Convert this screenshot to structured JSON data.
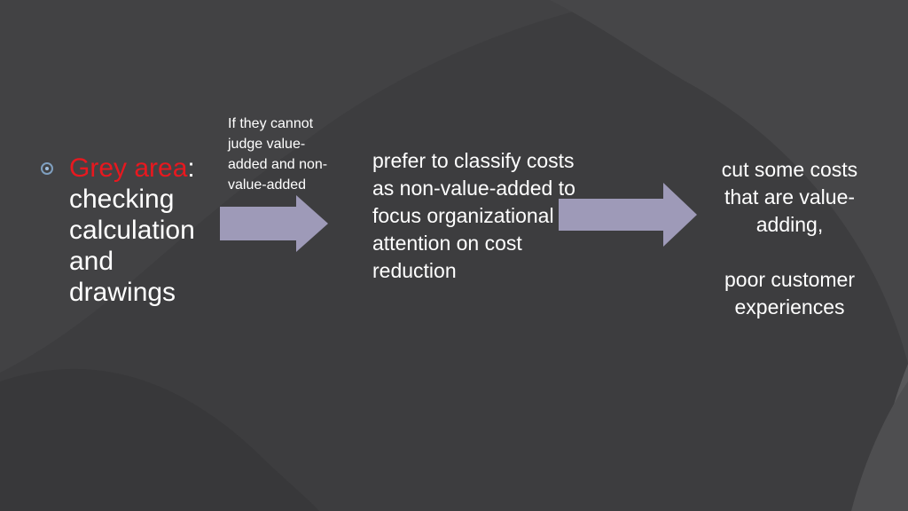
{
  "slide": {
    "bullet": {
      "highlight": "Grey area",
      "separator": ":",
      "rest": " checking calculation and drawings"
    },
    "note": "If they cannot judge value-added and non-value-added",
    "middle": "prefer to classify costs as non-value-added to focus organizational attention on cost reduction",
    "right": {
      "line1": "cut some costs that are value-adding,",
      "line2": "poor customer experiences"
    }
  },
  "colors": {
    "background": "#3d3d3f",
    "highlight": "#e8181f",
    "arrow_fill": "#9e9ab8",
    "text": "#ffffff"
  }
}
